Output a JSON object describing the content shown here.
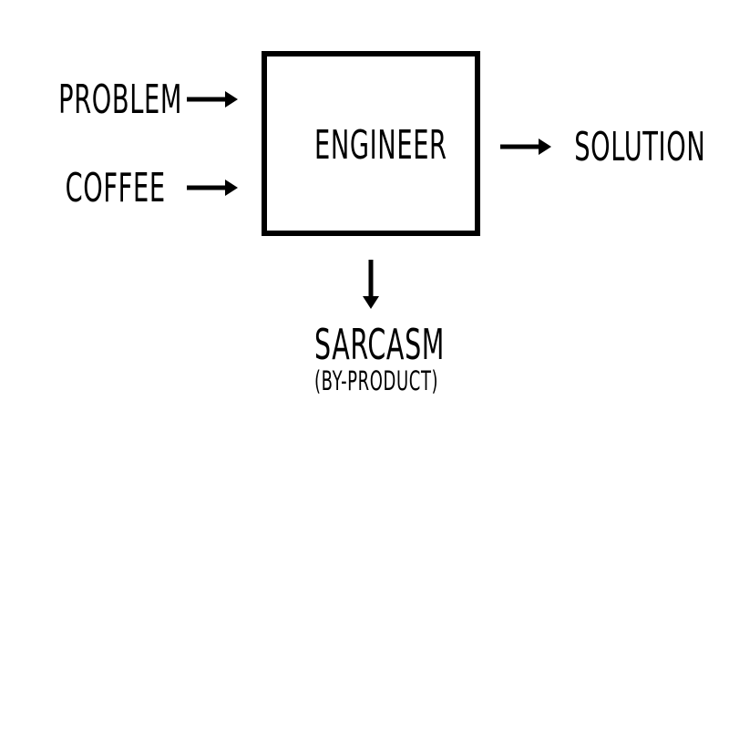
{
  "diagram": {
    "inputs": [
      {
        "label": "PROBLEM"
      },
      {
        "label": "COFFEE"
      }
    ],
    "process": {
      "label": "ENGINEER"
    },
    "output": {
      "label": "SOLUTION"
    },
    "byproduct": {
      "label": "SARCASM",
      "note": "(BY-PRODUCT)"
    }
  },
  "colors": {
    "stroke": "#000000",
    "background": "#ffffff"
  }
}
